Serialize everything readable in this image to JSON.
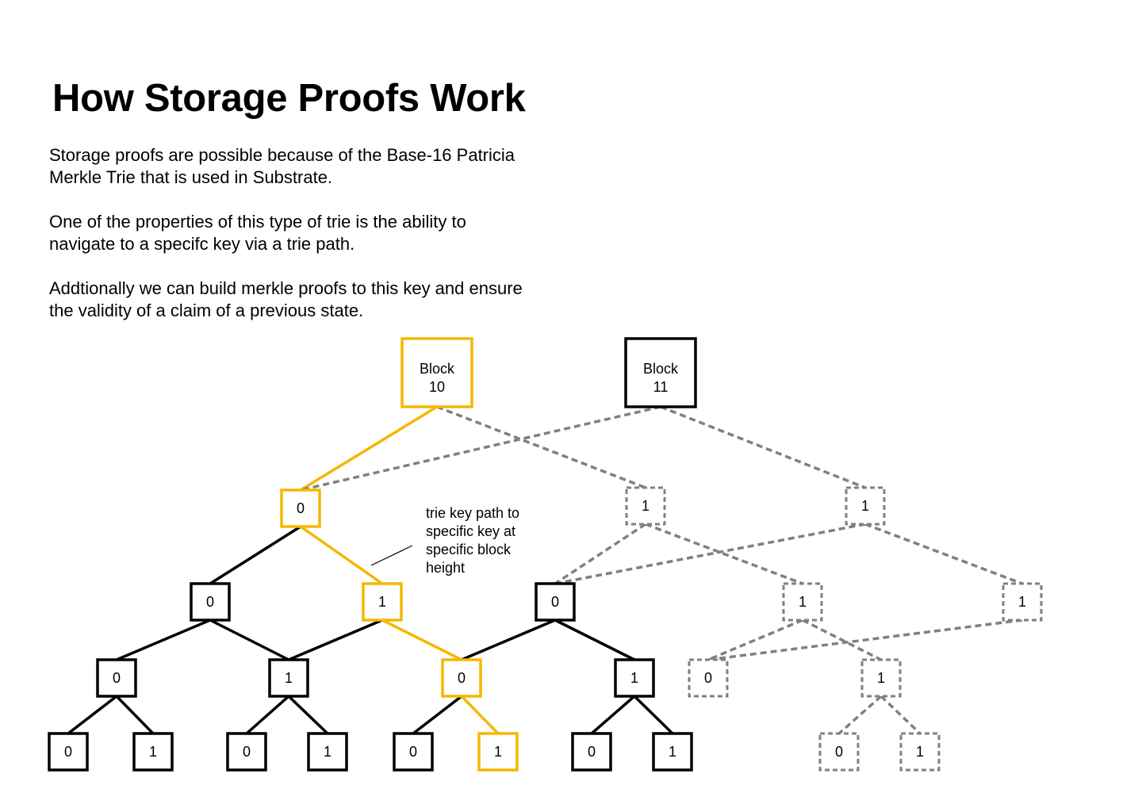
{
  "title": "How Storage Proofs Work",
  "paragraphs": [
    [
      "Storage proofs are possible because of the Base-16 Patricia",
      "Merkle Trie that is used in Substrate."
    ],
    [
      "One of the properties of this type of trie is the ability to",
      "navigate to a specifc key via a trie path."
    ],
    [
      "Addtionally we can build merkle proofs to this key and ensure",
      "the validity of a claim of a previous state."
    ]
  ],
  "annotation": [
    "trie key path to",
    "specific key at",
    "specific block",
    "height"
  ],
  "colors": {
    "highlight": "#F5B700",
    "solid": "#000000",
    "dashed": "#808080"
  },
  "nodes": [
    {
      "id": "b10",
      "label": [
        "Block",
        "10"
      ],
      "style": "highlight",
      "kind": "block"
    },
    {
      "id": "b11",
      "label": [
        "Block",
        "11"
      ],
      "style": "solid",
      "kind": "block"
    },
    {
      "id": "n0",
      "label": "0",
      "style": "highlight"
    },
    {
      "id": "n1d",
      "label": "1",
      "style": "dashed"
    },
    {
      "id": "n1d2",
      "label": "1",
      "style": "dashed"
    },
    {
      "id": "n00",
      "label": "0",
      "style": "solid"
    },
    {
      "id": "n01",
      "label": "1",
      "style": "highlight"
    },
    {
      "id": "n10",
      "label": "0",
      "style": "solid"
    },
    {
      "id": "n11d",
      "label": "1",
      "style": "dashed"
    },
    {
      "id": "n11d2",
      "label": "1",
      "style": "dashed"
    },
    {
      "id": "n000",
      "label": "0",
      "style": "solid"
    },
    {
      "id": "n001",
      "label": "1",
      "style": "solid"
    },
    {
      "id": "n010",
      "label": "0",
      "style": "highlight"
    },
    {
      "id": "n011",
      "label": "1",
      "style": "solid"
    },
    {
      "id": "nd0",
      "label": "0",
      "style": "dashed"
    },
    {
      "id": "nd1",
      "label": "1",
      "style": "dashed"
    },
    {
      "id": "l1",
      "label": "0",
      "style": "solid"
    },
    {
      "id": "l2",
      "label": "1",
      "style": "solid"
    },
    {
      "id": "l3",
      "label": "0",
      "style": "solid"
    },
    {
      "id": "l4",
      "label": "1",
      "style": "solid"
    },
    {
      "id": "l5",
      "label": "0",
      "style": "solid"
    },
    {
      "id": "l6",
      "label": "1",
      "style": "highlight"
    },
    {
      "id": "l7",
      "label": "0",
      "style": "solid"
    },
    {
      "id": "l8",
      "label": "1",
      "style": "solid"
    },
    {
      "id": "l9",
      "label": "0",
      "style": "dashed"
    },
    {
      "id": "l10",
      "label": "1",
      "style": "dashed"
    }
  ],
  "edges": [
    {
      "from": "b10",
      "to": "n0",
      "style": "highlight"
    },
    {
      "from": "b10",
      "to": "n1d",
      "style": "dashed"
    },
    {
      "from": "b11",
      "to": "n0",
      "style": "dashed"
    },
    {
      "from": "b11",
      "to": "n1d2",
      "style": "dashed"
    },
    {
      "from": "n0",
      "to": "n00",
      "style": "solid"
    },
    {
      "from": "n0",
      "to": "n01",
      "style": "highlight"
    },
    {
      "from": "n1d",
      "to": "n10",
      "style": "dashed"
    },
    {
      "from": "n1d",
      "to": "n11d",
      "style": "dashed"
    },
    {
      "from": "n1d2",
      "to": "n10",
      "style": "dashed"
    },
    {
      "from": "n1d2",
      "to": "n11d2",
      "style": "dashed"
    },
    {
      "from": "n00",
      "to": "n000",
      "style": "solid"
    },
    {
      "from": "n00",
      "to": "n001",
      "style": "solid"
    },
    {
      "from": "n01",
      "to": "n001",
      "style": "solid"
    },
    {
      "from": "n01",
      "to": "n010",
      "style": "highlight"
    },
    {
      "from": "n10",
      "to": "n010",
      "style": "solid"
    },
    {
      "from": "n10",
      "to": "n011",
      "style": "solid"
    },
    {
      "from": "n11d",
      "to": "nd0",
      "style": "dashed"
    },
    {
      "from": "n11d",
      "to": "nd1",
      "style": "dashed"
    },
    {
      "from": "n11d2",
      "to": "nd0",
      "style": "dashed"
    },
    {
      "from": "n000",
      "to": "l1",
      "style": "solid"
    },
    {
      "from": "n000",
      "to": "l2",
      "style": "solid"
    },
    {
      "from": "n001",
      "to": "l3",
      "style": "solid"
    },
    {
      "from": "n001",
      "to": "l4",
      "style": "solid"
    },
    {
      "from": "n010",
      "to": "l5",
      "style": "solid"
    },
    {
      "from": "n010",
      "to": "l6",
      "style": "highlight"
    },
    {
      "from": "n011",
      "to": "l7",
      "style": "solid"
    },
    {
      "from": "n011",
      "to": "l8",
      "style": "solid"
    },
    {
      "from": "nd1",
      "to": "l9",
      "style": "dashed"
    },
    {
      "from": "nd1",
      "to": "l10",
      "style": "dashed"
    }
  ]
}
